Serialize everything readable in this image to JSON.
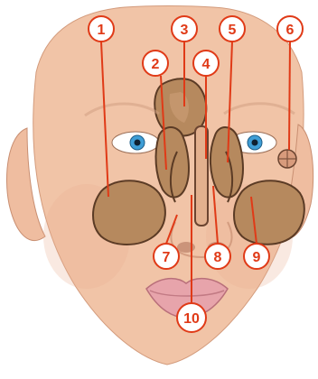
{
  "diagram": {
    "callouts": [
      {
        "id": 1,
        "label": "1"
      },
      {
        "id": 2,
        "label": "2"
      },
      {
        "id": 3,
        "label": "3"
      },
      {
        "id": 4,
        "label": "4"
      },
      {
        "id": 5,
        "label": "5"
      },
      {
        "id": 6,
        "label": "6"
      },
      {
        "id": 7,
        "label": "7"
      },
      {
        "id": 8,
        "label": "8"
      },
      {
        "id": 9,
        "label": "9"
      },
      {
        "id": 10,
        "label": "10"
      }
    ]
  },
  "colors": {
    "callout_red": "#e03a17",
    "callout_fill": "#ffffff",
    "skin": "#f1c4a7",
    "skin_shadow": "#e8b193",
    "sinus_fill": "#b6895e",
    "sinus_dark": "#5b3b25",
    "iris": "#3f9ed6",
    "lips": "#e7a4ab"
  }
}
